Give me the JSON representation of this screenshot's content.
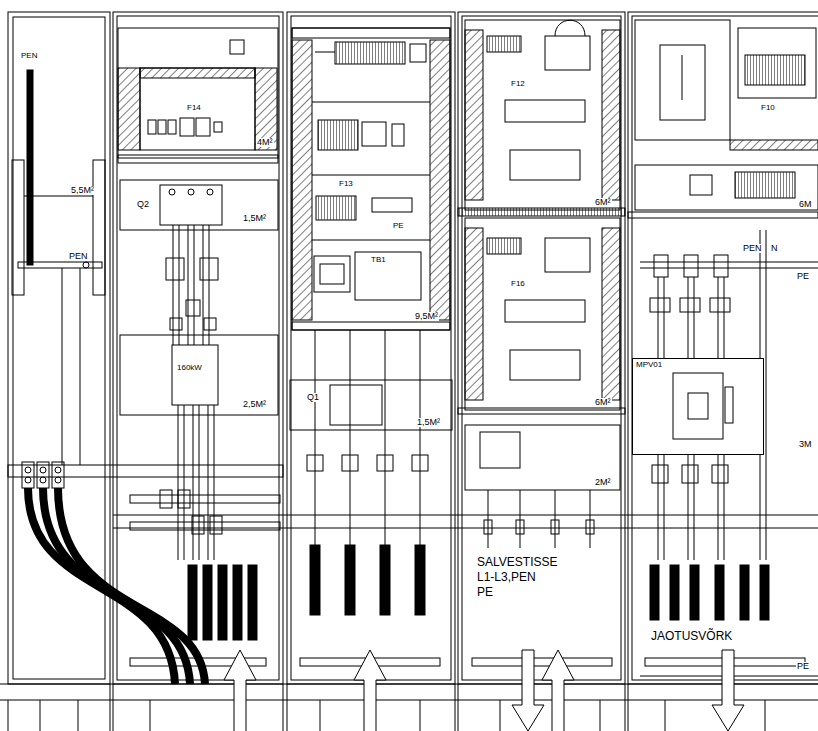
{
  "diagram": {
    "nodes": [
      {
        "text": [
          "MPV01"
        ]
      }
    ],
    "labels": [
      "PEN",
      "5,5M²",
      "PEN",
      "4M²",
      "Q2",
      "1,5M²",
      "160kW",
      "2,5M²",
      "F14",
      "9,5M²",
      "TB1",
      "F13",
      "Q1",
      "1,5M²",
      "F12",
      "6M²",
      "F16",
      "6M²",
      "2M²",
      "SALVESTISSE",
      "L1-L3,PEN",
      "PE",
      "F10",
      "6M",
      "PEN",
      "N",
      "PE",
      "3M",
      "JAOTUSVÕRK",
      "PE",
      "PE"
    ]
  }
}
